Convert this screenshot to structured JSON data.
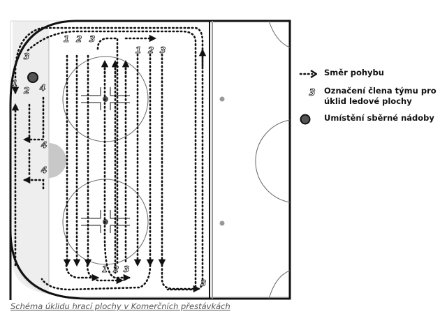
{
  "legend": {
    "movement": "Směr pohybu",
    "member": "Označení člena týmu pro úklid ledové plochy",
    "container": "Umístění sběrné nádoby"
  },
  "caption": "Schéma úklidu hrací plochy v Komerčních přestávkách",
  "labels": {
    "one": "1",
    "two": "2",
    "three": "3",
    "four": "4"
  },
  "colors": {
    "line": "#111111",
    "crease": "#bfbfbf",
    "redline": "#9a9a9a",
    "endzone": "#eeeeee"
  }
}
